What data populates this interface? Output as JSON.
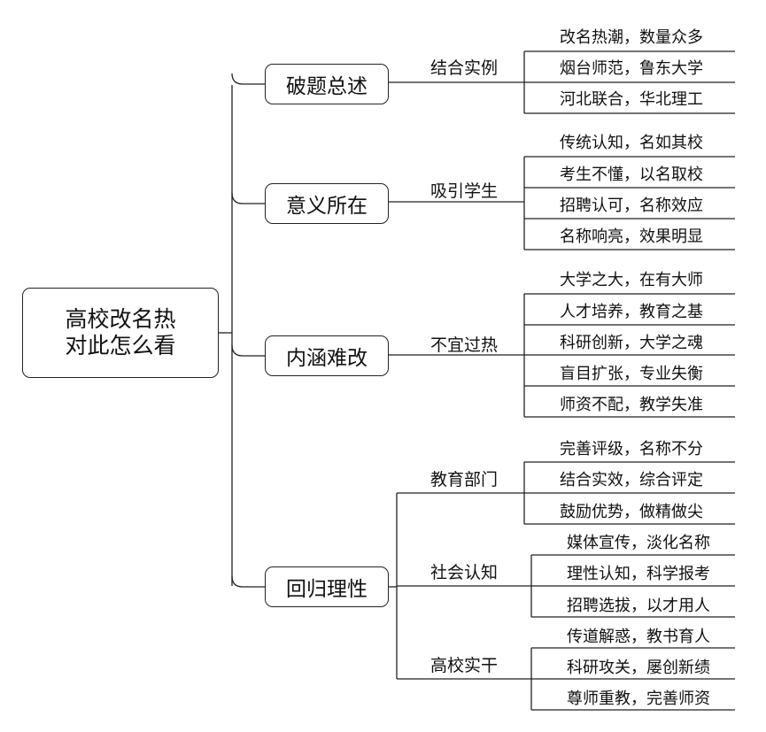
{
  "root": {
    "line1": "高校改名热",
    "line2": "对此怎么看"
  },
  "branches": [
    {
      "label": "破题总述",
      "groups": [
        {
          "label": "结合实例",
          "leaves": [
            "改名热潮，数量众多",
            "烟台师范，鲁东大学",
            "河北联合，华北理工"
          ]
        }
      ]
    },
    {
      "label": "意义所在",
      "groups": [
        {
          "label": "吸引学生",
          "leaves": [
            "传统认知，名如其校",
            "考生不懂，以名取校",
            "招聘认可，名称效应",
            "名称响亮，效果明显"
          ]
        }
      ]
    },
    {
      "label": "内涵难改",
      "groups": [
        {
          "label": "不宜过热",
          "leaves": [
            "大学之大，在有大师",
            "人才培养，教育之基",
            "科研创新，大学之魂",
            "盲目扩张，专业失衡",
            "师资不配，教学失准"
          ]
        }
      ]
    },
    {
      "label": "回归理性",
      "groups": [
        {
          "label": "教育部门",
          "leaves": [
            "完善评级，名称不分",
            "结合实效，综合评定",
            "鼓励优势，做精做尖"
          ]
        },
        {
          "label": "社会认知",
          "leaves": [
            "媒体宣传，淡化名称",
            "理性认知，科学报考",
            "招聘选拔，以才用人"
          ]
        },
        {
          "label": "高校实干",
          "leaves": [
            "传道解惑，教书育人",
            "科研攻关，屡创新绩",
            "尊师重教，完善师资"
          ]
        }
      ]
    }
  ]
}
